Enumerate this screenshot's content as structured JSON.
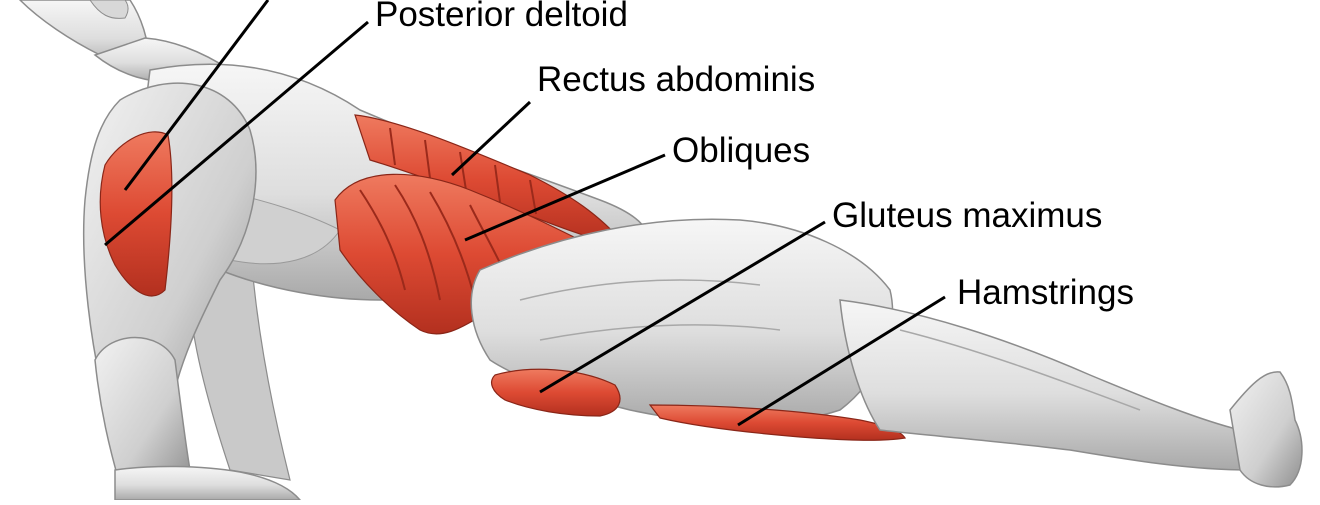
{
  "labels": {
    "posterior_deltoid": "Posterior deltoid",
    "rectus_abdominis": "Rectus abdominis",
    "obliques": "Obliques",
    "gluteus_maximus": "Gluteus maximus",
    "hamstrings": "Hamstrings"
  },
  "colors": {
    "muscle_highlight": "#dd4a33",
    "muscle_highlight_dark": "#b3301f",
    "muscle_neutral": "#e6e6e6",
    "muscle_shadow": "#9a9a9a",
    "leader_line": "#000000",
    "background": "#ffffff"
  }
}
